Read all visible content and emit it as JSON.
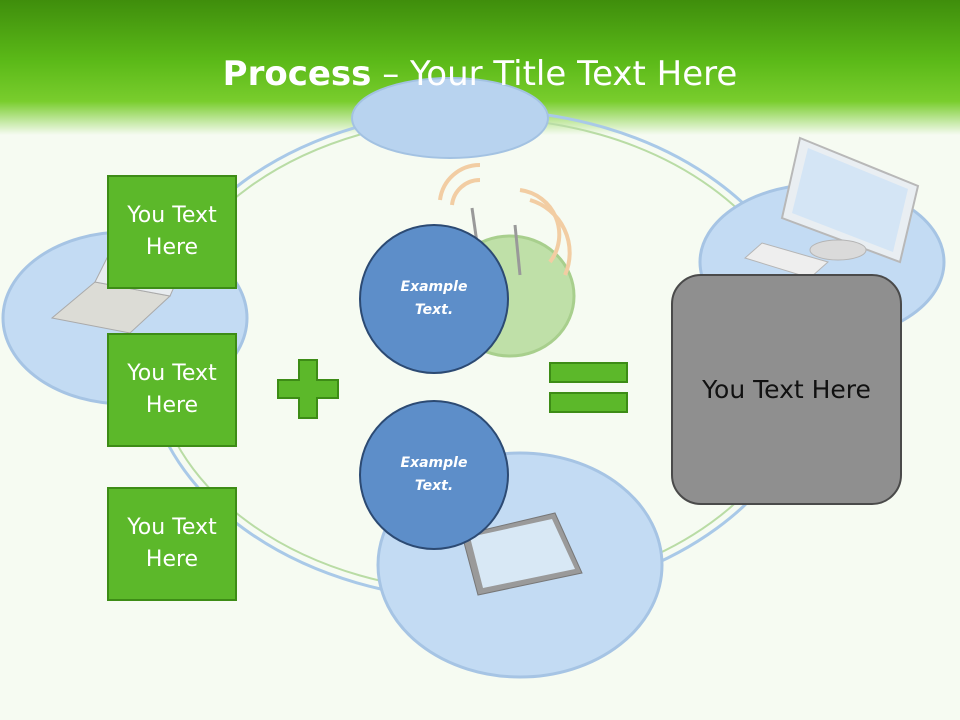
{
  "title": {
    "bold": "Process",
    "dash": "–",
    "rest": "Your Title Text Here"
  },
  "inputs": [
    {
      "label": "You Text Here"
    },
    {
      "label": "You Text Here"
    },
    {
      "label": "You Text Here"
    }
  ],
  "circles": [
    {
      "label": "Example Text."
    },
    {
      "label": "Example Text."
    }
  ],
  "operators": {
    "plus": "plus-icon",
    "equals": "equals-icon"
  },
  "result": {
    "label": "You Text Here"
  },
  "colors": {
    "header": "#5bb918",
    "box_green": "#5cb82a",
    "circle_blue": "#5d8ec9",
    "result_gray": "#8f8f8f"
  }
}
